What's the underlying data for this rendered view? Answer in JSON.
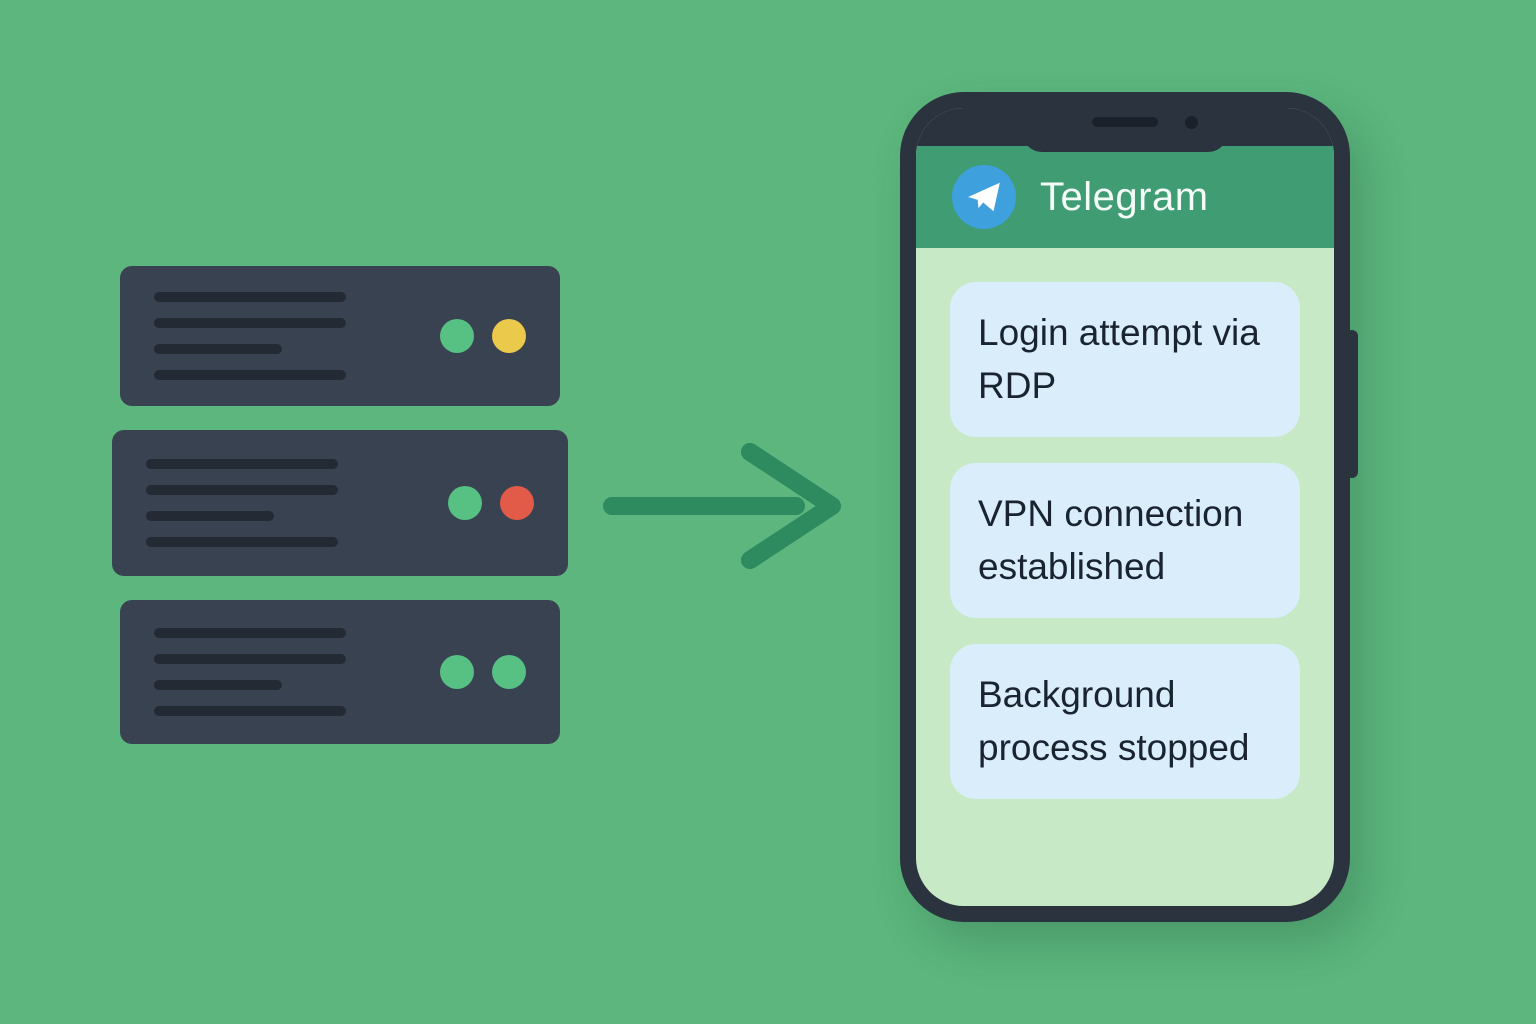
{
  "colors": {
    "background": "#5cb67d",
    "arrow": "#2e8a5f",
    "server_body": "#394250",
    "server_line": "#232a34",
    "led_green": "#56c183",
    "led_yellow": "#eac94b",
    "led_red": "#e25a48",
    "phone_frame": "#2b333e",
    "phone_header": "#3f9c73",
    "phone_screen": "#c8e9c6",
    "telegram_blue": "#3ea0dc",
    "header_text": "#f4fcf7",
    "bubble": "#d9edfb",
    "bubble_text": "#1a2430"
  },
  "server_rack": {
    "units": [
      {
        "leds": [
          "green",
          "yellow"
        ]
      },
      {
        "leds": [
          "green",
          "red"
        ]
      },
      {
        "leds": [
          "green",
          "green"
        ]
      }
    ]
  },
  "phone": {
    "app_name": "Telegram",
    "messages": [
      {
        "text": "Login attempt via RDP"
      },
      {
        "text": "VPN connection established"
      },
      {
        "text": "Background process stopped"
      }
    ]
  }
}
